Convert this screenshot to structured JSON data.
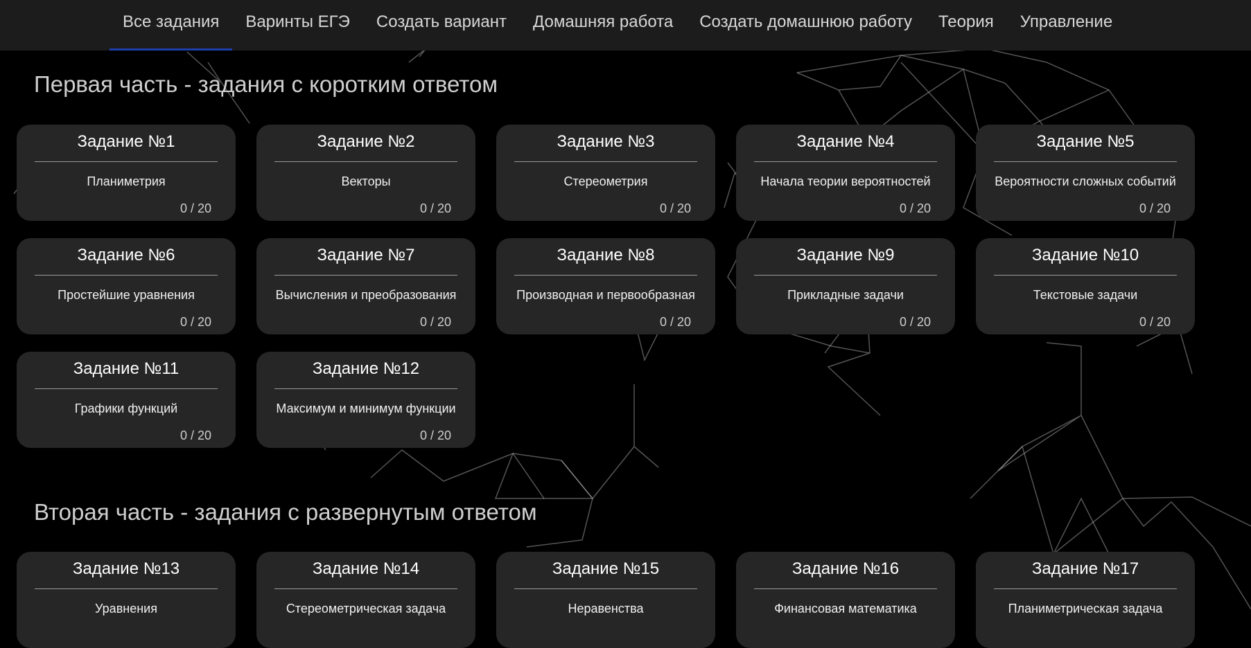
{
  "nav": {
    "items": [
      {
        "label": "Все задания",
        "active": true
      },
      {
        "label": "Варинты ЕГЭ",
        "active": false
      },
      {
        "label": "Создать вариант",
        "active": false
      },
      {
        "label": "Домашняя работа",
        "active": false
      },
      {
        "label": "Создать домашнюю работу",
        "active": false
      },
      {
        "label": "Теория",
        "active": false
      },
      {
        "label": "Управление",
        "active": false
      }
    ]
  },
  "part1": {
    "title": "Первая часть - задания с коротким ответом",
    "tasks": [
      {
        "title": "Задание №1",
        "topic": "Планиметрия",
        "progress": "0 / 20"
      },
      {
        "title": "Задание №2",
        "topic": "Векторы",
        "progress": "0 / 20"
      },
      {
        "title": "Задание №3",
        "topic": "Стереометрия",
        "progress": "0 / 20"
      },
      {
        "title": "Задание №4",
        "topic": "Начала теории вероятностей",
        "progress": "0 / 20"
      },
      {
        "title": "Задание №5",
        "topic": "Вероятности сложных событий",
        "progress": "0 / 20"
      },
      {
        "title": "Задание №6",
        "topic": "Простейшие уравнения",
        "progress": "0 / 20"
      },
      {
        "title": "Задание №7",
        "topic": "Вычисления и преобразования",
        "progress": "0 / 20"
      },
      {
        "title": "Задание №8",
        "topic": "Производная и первообразная",
        "progress": "0 / 20"
      },
      {
        "title": "Задание №9",
        "topic": "Прикладные задачи",
        "progress": "0 / 20"
      },
      {
        "title": "Задание №10",
        "topic": "Текстовые задачи",
        "progress": "0 / 20"
      },
      {
        "title": "Задание №11",
        "topic": "Графики функций",
        "progress": "0 / 20"
      },
      {
        "title": "Задание №12",
        "topic": "Максимум и минимум функции",
        "progress": "0 / 20"
      }
    ]
  },
  "part2": {
    "title": "Вторая часть - задания с развернутым ответом",
    "tasks": [
      {
        "title": "Задание №13",
        "topic": "Уравнения",
        "progress": ""
      },
      {
        "title": "Задание №14",
        "topic": "Стереометрическая задача",
        "progress": ""
      },
      {
        "title": "Задание №15",
        "topic": "Неравенства",
        "progress": ""
      },
      {
        "title": "Задание №16",
        "topic": "Финансовая математика",
        "progress": ""
      },
      {
        "title": "Задание №17",
        "topic": "Планиметрическая задача",
        "progress": ""
      }
    ]
  },
  "colors": {
    "background": "#000000",
    "nav_bg": "#1c1c1c",
    "card_bg": "#262626",
    "accent": "#1f3fae"
  }
}
